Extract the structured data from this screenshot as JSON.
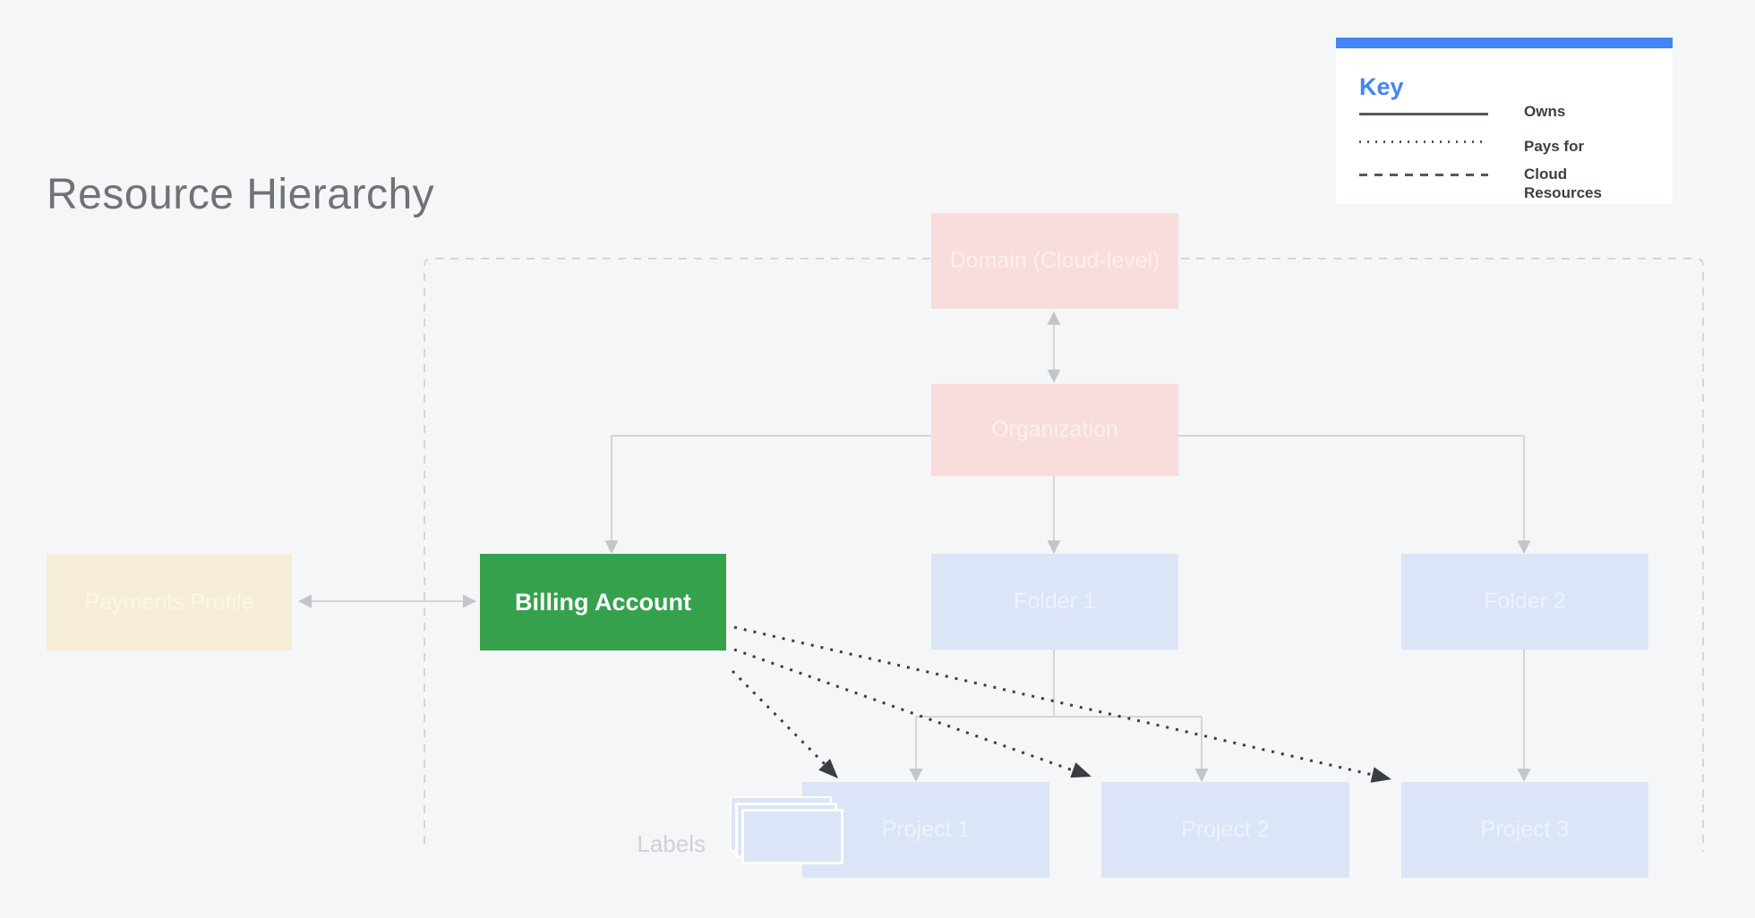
{
  "title": "Resource Hierarchy",
  "key": {
    "title": "Key",
    "items": [
      {
        "style": "solid",
        "label": "Owns"
      },
      {
        "style": "dotted",
        "label": "Pays for"
      },
      {
        "style": "dashed",
        "label": "Cloud Resources"
      }
    ]
  },
  "nodes": {
    "domain": {
      "label": "Domain (Cloud-level)"
    },
    "organization": {
      "label": "Organization"
    },
    "payments_profile": {
      "label": "Payments Profile"
    },
    "billing_account": {
      "label": "Billing Account"
    },
    "folder_1": {
      "label": "Folder 1"
    },
    "folder_2": {
      "label": "Folder 2"
    },
    "project_1": {
      "label": "Project 1"
    },
    "project_2": {
      "label": "Project 2"
    },
    "project_3": {
      "label": "Project 3"
    }
  },
  "labels_caption": "Labels",
  "edges": [
    {
      "from": "Domain (Cloud-level)",
      "to": "Organization",
      "type": "double-arrow"
    },
    {
      "from": "Organization",
      "to": "Billing Account",
      "type": "owns"
    },
    {
      "from": "Organization",
      "to": "Folder 1",
      "type": "owns"
    },
    {
      "from": "Organization",
      "to": "Folder 2",
      "type": "owns"
    },
    {
      "from": "Payments Profile",
      "to": "Billing Account",
      "type": "double-arrow"
    },
    {
      "from": "Folder 1",
      "to": "Project 1",
      "type": "owns"
    },
    {
      "from": "Folder 1",
      "to": "Project 2",
      "type": "owns"
    },
    {
      "from": "Folder 2",
      "to": "Project 3",
      "type": "owns"
    },
    {
      "from": "Billing Account",
      "to": "Project 1",
      "type": "pays_for"
    },
    {
      "from": "Billing Account",
      "to": "Project 2",
      "type": "pays_for"
    },
    {
      "from": "Billing Account",
      "to": "Project 3",
      "type": "pays_for"
    },
    {
      "boundary": "Cloud Resources",
      "style": "dashed",
      "encloses": [
        "Domain (Cloud-level)",
        "Organization",
        "Billing Account",
        "Folder 1",
        "Folder 2",
        "Project 1",
        "Project 2",
        "Project 3"
      ]
    }
  ],
  "colors": {
    "background": "#f5f6f8",
    "title_text": "#6f7276",
    "node_pink": "#f9dcdc",
    "node_pink_text": "#fcf0ee",
    "node_blue": "#dbe5f7",
    "node_blue_text": "#edf2fc",
    "node_cream": "#f5edd6",
    "node_cream_text": "#fbf6e9",
    "node_green": "#35a14d",
    "node_green_text": "#ffffff",
    "line_gray": "#d3d5d8",
    "arrow_gray": "#c3c6c9",
    "dark_line": "#3a3e44",
    "key_accent": "#4285f4",
    "key_text": "#3c4043",
    "sample_line": "#55585c",
    "labels_text": "#ced1d6",
    "panel_bg": "#ffffff"
  }
}
